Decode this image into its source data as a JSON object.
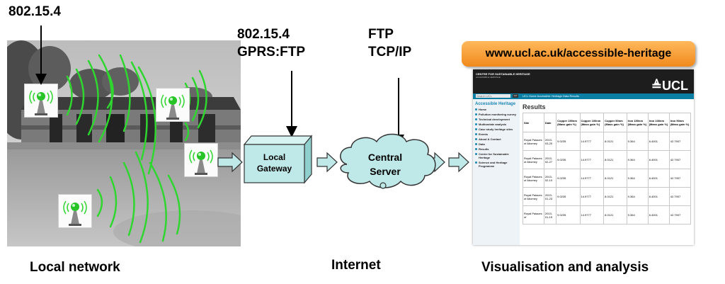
{
  "labels": {
    "sensor_protocol": "802.15.4",
    "gateway_protocols": [
      "802.15.4",
      "GPRS:FTP"
    ],
    "server_protocols": [
      "FTP",
      "TCP/IP"
    ],
    "url": "www.ucl.ac.uk/accessible-heritage"
  },
  "nodes": {
    "gateway": [
      "Local",
      "Gateway"
    ],
    "server": [
      "Central",
      "Server"
    ]
  },
  "captions": {
    "local": "Local network",
    "internet": "Internet",
    "visual": "Visualisation and analysis"
  },
  "website": {
    "header_title": "CENTRE FOR SUSTAINABLE HERITAGE",
    "header_sub": "ACCESSIBLE HERITAGE",
    "logo": "≜UCL",
    "search": "Search UCL",
    "go": "GO",
    "nav": "UCL Home   Accessible Heritage   Data   Results",
    "sidebar_title": "Accessible Heritage",
    "sidebar_items": [
      "Home",
      "Pollution monitoring survey",
      "Technical development",
      "Multivariate analysis",
      "Case study heritage sites",
      "Events",
      "About & Contact",
      "Data",
      "Results",
      "Centre for Sustainable Heritage",
      "Science and Heritage Programme"
    ],
    "results_title": "Results",
    "columns": [
      "Site",
      "Date",
      "Copper 150nm (Mass gain %)",
      "Copper 100nm (Mass gain %)",
      "Copper 50nm (Mass gain %)",
      "Iron 150nm (Mass gain %)",
      "Iron 100nm (Mass gain %)",
      "Iron 50nm (Mass gain %)"
    ],
    "rows": [
      [
        "Royal Palaces of Abomey",
        "2013-03-20",
        "9.0235",
        "14.9777",
        "8.0121",
        "9.364",
        "6.4001",
        "42.7907"
      ],
      [
        "Royal Palaces of Abomey",
        "2013-02-27",
        "9.0235",
        "14.9777",
        "8.0121",
        "9.364",
        "6.4001",
        "42.7907"
      ],
      [
        "Royal Palaces of Abomey",
        "2013-02-10",
        "9.0235",
        "14.9777",
        "8.0121",
        "9.364",
        "6.4001",
        "42.7907"
      ],
      [
        "Royal Palaces of Abomey",
        "2013-01-23",
        "9.0235",
        "14.9777",
        "8.0121",
        "9.364",
        "6.4001",
        "42.7907"
      ],
      [
        "Royal Palaces of",
        "2013-01-15",
        "9.0235",
        "14.9777",
        "8.0121",
        "9.364",
        "6.4001",
        "42.7907"
      ]
    ]
  },
  "colors": {
    "wave": "#2fd62f",
    "gateway_box": "#bfe9e8",
    "cloud": "#bfe9e8",
    "url_bar": "#f5a03c",
    "ucl_nav": "#0a7fa3"
  }
}
